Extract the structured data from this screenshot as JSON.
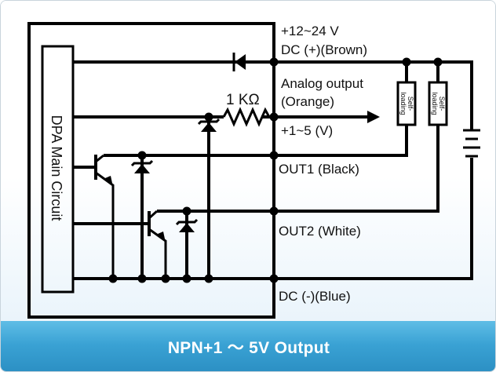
{
  "title": "NPN+1 ～ 5V Output",
  "main_circuit_label": "DPA Main Circuit",
  "supply": {
    "voltage": "+12~24 V",
    "line": "DC (+)(Brown)"
  },
  "analog": {
    "line1": "Analog output",
    "line2": "(Orange)",
    "range": "+1~5 (V)"
  },
  "resistor_label": "1 KΩ",
  "outputs": {
    "out1": "OUT1 (Black)",
    "out2": "OUT2 (White)"
  },
  "ground": "DC (-)(Blue)",
  "load_label": [
    "Self-",
    "loading"
  ],
  "colors": {
    "title_bar": "#3aa2d4",
    "title_text": "#ffffff",
    "wire": "#000000"
  }
}
